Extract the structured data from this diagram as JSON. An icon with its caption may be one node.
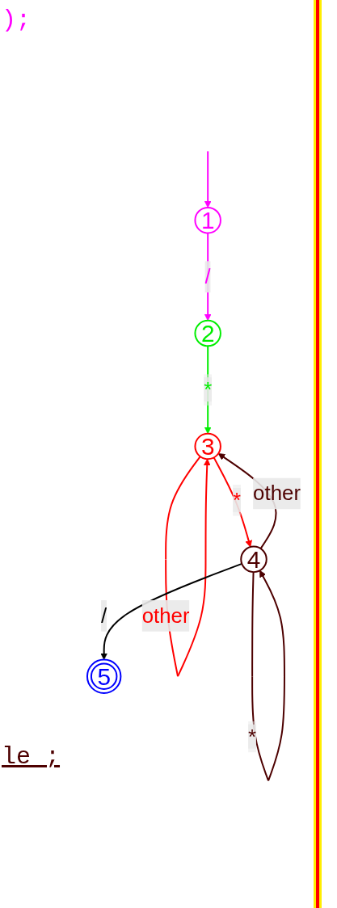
{
  "diagram": {
    "nodes": [
      {
        "text": [
          "1"
        ]
      },
      {
        "text": [
          "2"
        ]
      },
      {
        "text": [
          "3"
        ]
      },
      {
        "text": [
          "4"
        ]
      },
      {
        "text": [
          "5"
        ]
      }
    ],
    "edges": [
      {
        "from": null,
        "to": 0,
        "arrow": "to",
        "color": "#ff00ff"
      },
      {
        "from": 0,
        "to": 1,
        "arrow": "to",
        "label": "/",
        "color": "#ff00ff"
      },
      {
        "from": 1,
        "to": 2,
        "arrow": "to",
        "label": "*",
        "color": "#00ee00"
      },
      {
        "from": 2,
        "to": 2,
        "arrow": "to",
        "label": "other",
        "color": "#ff0000"
      },
      {
        "from": 2,
        "to": 3,
        "arrow": "to",
        "label": "*",
        "color": "#ff0000"
      },
      {
        "from": 3,
        "to": 2,
        "arrow": "to",
        "label": "other",
        "color": "#4d0000"
      },
      {
        "from": 3,
        "to": 3,
        "arrow": "to",
        "label": "*",
        "color": "#4d0000"
      },
      {
        "from": 3,
        "to": 4,
        "arrow": "to",
        "label": "/",
        "color": "#000000"
      }
    ],
    "labels": [
      ");",
      "le ;"
    ]
  }
}
